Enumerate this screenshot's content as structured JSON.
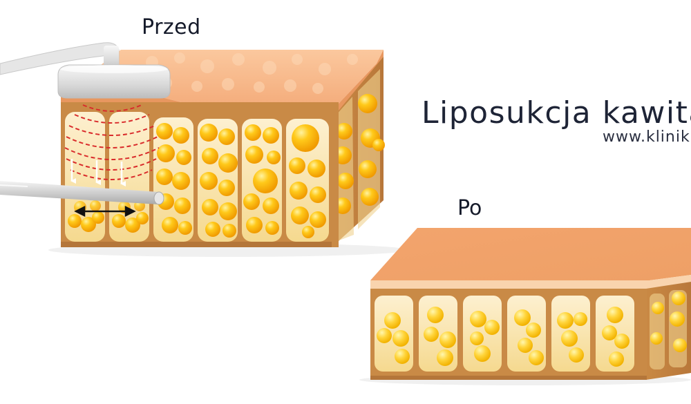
{
  "labels": {
    "before": "Przed",
    "after": "Po",
    "title": "Liposukcja kawitac",
    "website": "www.klinik"
  },
  "colors": {
    "skin_top": "#f7b98a",
    "skin_edge": "#e9a06c",
    "tissue_side": "#d39052",
    "fat_cell": "#f8b800",
    "fat_cell_light": "#ffd95a",
    "cavitation_waves": "#d92b2b",
    "arrow_white": "#ffffff",
    "arrow_black": "#111111",
    "text": "#151a2a"
  },
  "icons": {
    "ultrasound_head": "ultrasound-probe-icon",
    "cannula": "cannula-icon",
    "waves": "cavitation-waves-icon"
  }
}
